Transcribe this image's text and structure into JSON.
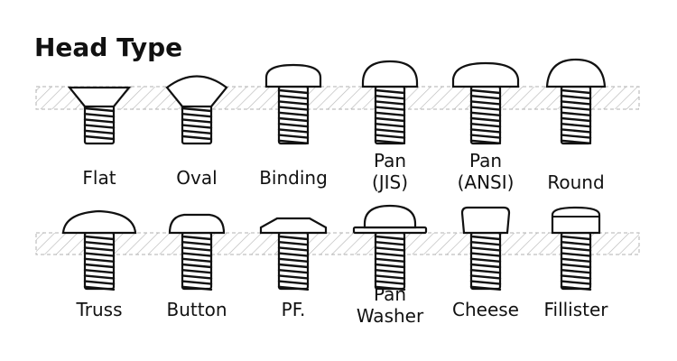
{
  "title": "Head Type",
  "colors": {
    "ink": "#111111",
    "hatch": "#b9b9b9",
    "accent": "#9fd3e8"
  },
  "rows": [
    {
      "plate": "hatched-plate",
      "items": [
        {
          "name": "flat",
          "head": "flat",
          "label_lines": [
            "Flat"
          ]
        },
        {
          "name": "oval",
          "head": "oval",
          "label_lines": [
            "Oval"
          ]
        },
        {
          "name": "binding",
          "head": "binding",
          "label_lines": [
            "Binding"
          ]
        },
        {
          "name": "pan-jis",
          "head": "pan-jis",
          "label_lines": [
            "Pan",
            "(JIS)"
          ]
        },
        {
          "name": "pan-ansi",
          "head": "pan-ansi",
          "label_lines": [
            "Pan",
            "(ANSI)"
          ]
        },
        {
          "name": "round",
          "head": "round",
          "label_lines": [
            "Round"
          ]
        }
      ]
    },
    {
      "plate": "hatched-plate",
      "items": [
        {
          "name": "truss",
          "head": "truss",
          "label_lines": [
            "Truss"
          ]
        },
        {
          "name": "button",
          "head": "button",
          "label_lines": [
            "Button"
          ]
        },
        {
          "name": "pf",
          "head": "pf",
          "label_lines": [
            "PF."
          ]
        },
        {
          "name": "pan-washer",
          "head": "panwasher",
          "label_lines": [
            "Pan",
            "Washer"
          ]
        },
        {
          "name": "cheese",
          "head": "cheese",
          "label_lines": [
            "Cheese"
          ]
        },
        {
          "name": "fillister",
          "head": "fillister",
          "label_lines": [
            "Fillister"
          ]
        }
      ]
    }
  ]
}
